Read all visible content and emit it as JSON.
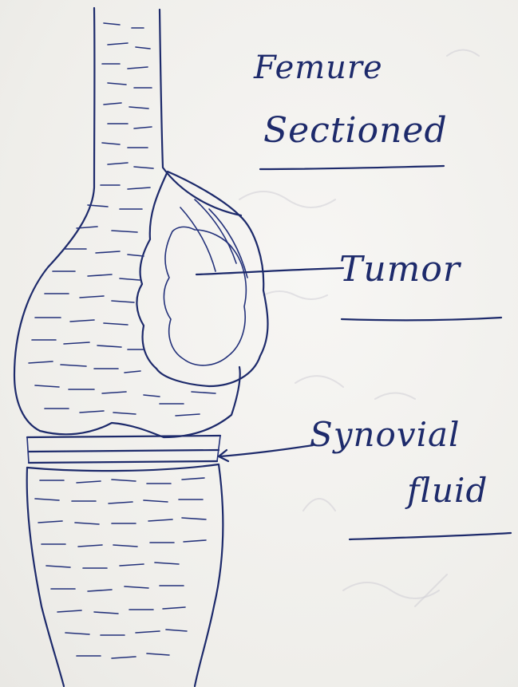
{
  "labels": {
    "title_line1": "Femure",
    "title_line2": "Sectioned",
    "tumor": "Tumor",
    "synovial_line1": "Synovial",
    "synovial_line2": "fluid"
  }
}
